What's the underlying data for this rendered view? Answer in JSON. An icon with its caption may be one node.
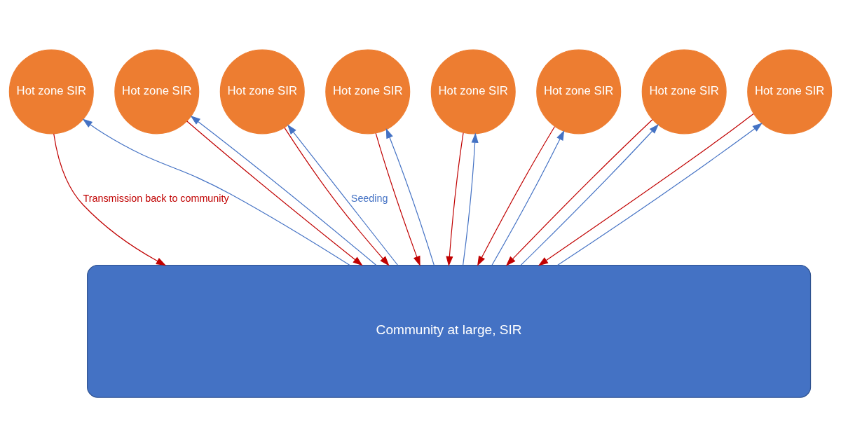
{
  "diagram": {
    "nodes": [
      {
        "text": [
          "Hot zone SIR"
        ]
      },
      {
        "text": [
          "Hot zone SIR"
        ]
      },
      {
        "text": [
          "Hot zone SIR"
        ]
      },
      {
        "text": [
          "Hot zone SIR"
        ]
      },
      {
        "text": [
          "Hot zone SIR"
        ]
      },
      {
        "text": [
          "Hot zone SIR"
        ]
      },
      {
        "text": [
          "Hot zone SIR"
        ]
      },
      {
        "text": [
          "Hot zone SIR"
        ]
      },
      {
        "text": [
          "Community at large, SIR"
        ]
      }
    ],
    "edges": [
      {
        "from": 0,
        "to": 8,
        "arrow": "to",
        "color": "#c00000",
        "label": "Transmission back to community"
      },
      {
        "from": 8,
        "to": 0,
        "arrow": "to",
        "color": "#4472c4"
      },
      {
        "from": 1,
        "to": 8,
        "arrow": "to",
        "color": "#c00000"
      },
      {
        "from": 8,
        "to": 1,
        "arrow": "to",
        "color": "#4472c4"
      },
      {
        "from": 2,
        "to": 8,
        "arrow": "to",
        "color": "#c00000"
      },
      {
        "from": 8,
        "to": 2,
        "arrow": "to",
        "color": "#4472c4",
        "label": "Seeding"
      },
      {
        "from": 3,
        "to": 8,
        "arrow": "to",
        "color": "#c00000"
      },
      {
        "from": 8,
        "to": 3,
        "arrow": "to",
        "color": "#4472c4"
      },
      {
        "from": 4,
        "to": 8,
        "arrow": "to",
        "color": "#c00000"
      },
      {
        "from": 8,
        "to": 4,
        "arrow": "to",
        "color": "#4472c4"
      },
      {
        "from": 5,
        "to": 8,
        "arrow": "to",
        "color": "#c00000"
      },
      {
        "from": 8,
        "to": 5,
        "arrow": "to",
        "color": "#4472c4"
      },
      {
        "from": 6,
        "to": 8,
        "arrow": "to",
        "color": "#c00000"
      },
      {
        "from": 8,
        "to": 6,
        "arrow": "to",
        "color": "#4472c4"
      },
      {
        "from": 7,
        "to": 8,
        "arrow": "to",
        "color": "#c00000"
      },
      {
        "from": 8,
        "to": 7,
        "arrow": "to",
        "color": "#4472c4"
      }
    ]
  }
}
